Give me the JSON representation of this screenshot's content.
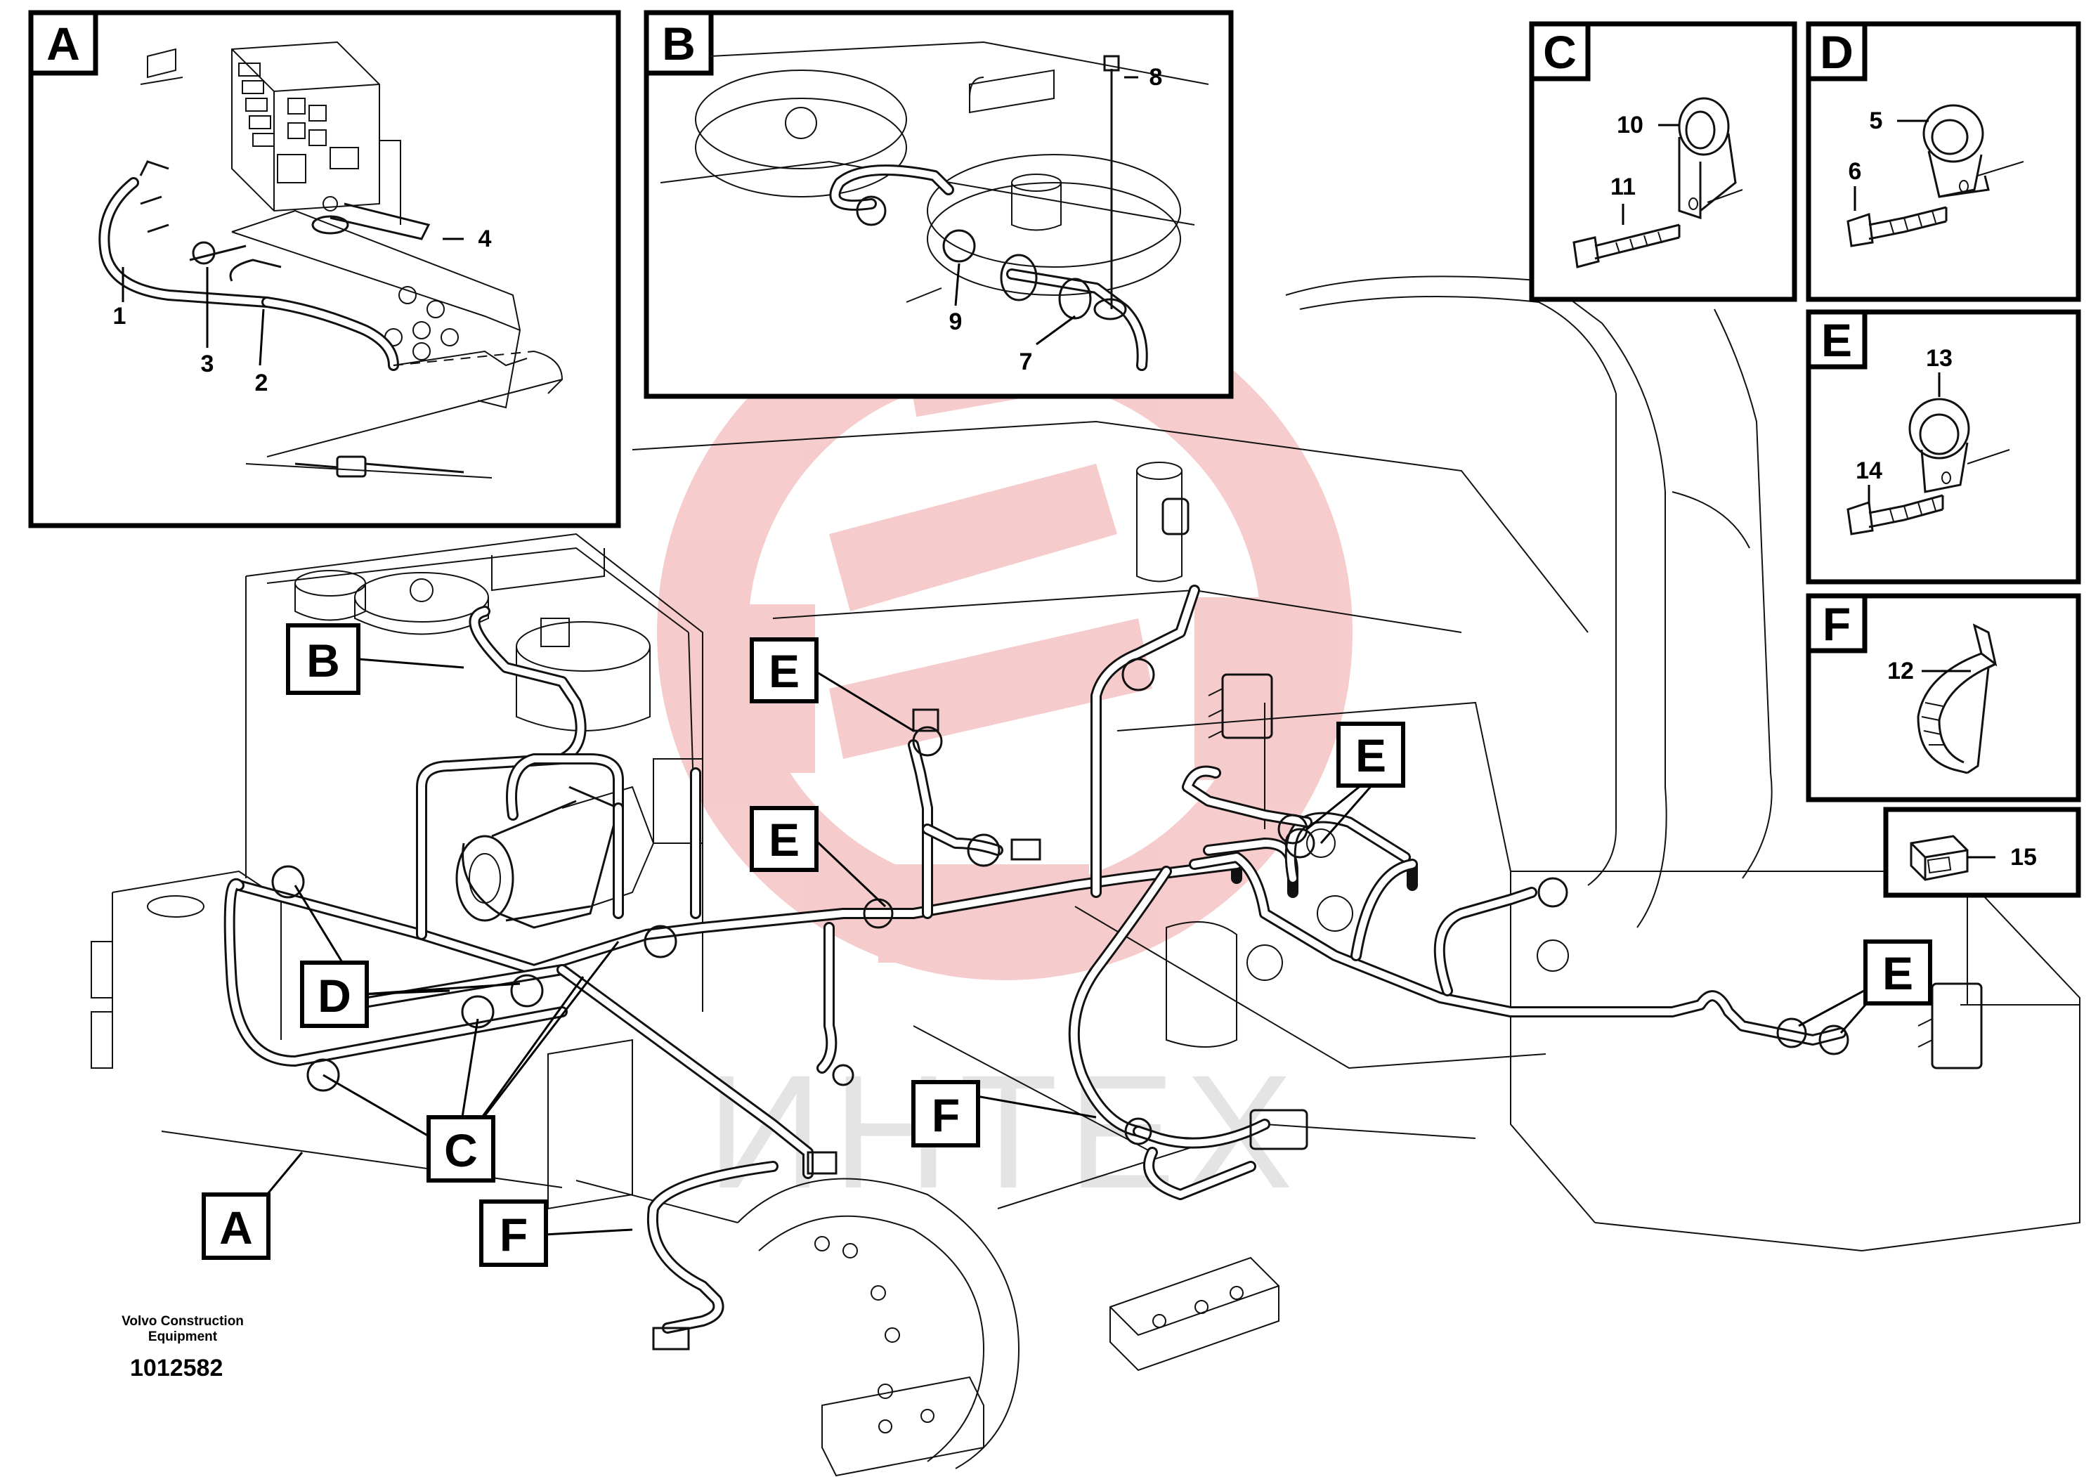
{
  "panels": {
    "A": {
      "letter": "A",
      "callouts": [
        "1",
        "2",
        "3",
        "4"
      ]
    },
    "B": {
      "letter": "B",
      "callouts": [
        "7",
        "8",
        "9"
      ]
    },
    "C": {
      "letter": "C",
      "callouts": [
        "10",
        "11"
      ]
    },
    "D": {
      "letter": "D",
      "callouts": [
        "5",
        "6"
      ]
    },
    "E": {
      "letter": "E",
      "callouts": [
        "13",
        "14"
      ]
    },
    "F": {
      "letter": "F",
      "callouts": [
        "12"
      ]
    },
    "part15": {
      "callout": "15"
    }
  },
  "main_labels": [
    "B",
    "E",
    "E",
    "E",
    "E",
    "D",
    "C",
    "A",
    "F",
    "F"
  ],
  "watermark": {
    "text": "ИНТЕХ",
    "color": "#e8e8e8",
    "logo_color": "#f6c6c6"
  },
  "credit": {
    "company_line1": "Volvo Construction",
    "company_line2": "Equipment",
    "drawing_number": "1012582"
  }
}
